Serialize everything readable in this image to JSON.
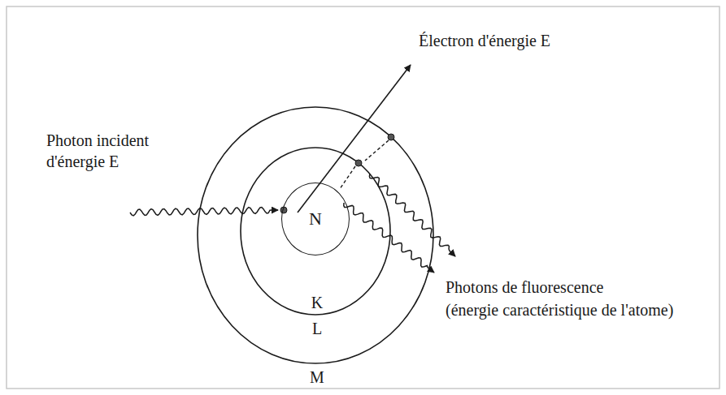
{
  "diagram": {
    "nodes": [
      {
        "text": [
          "N"
        ]
      }
    ],
    "labels": [
      "Électron d'énergie E",
      "Photon incident d'énergie E",
      "Photons de fluorescence",
      "(énergie caractéristique de l'atome)",
      "K",
      "L",
      "M"
    ]
  }
}
